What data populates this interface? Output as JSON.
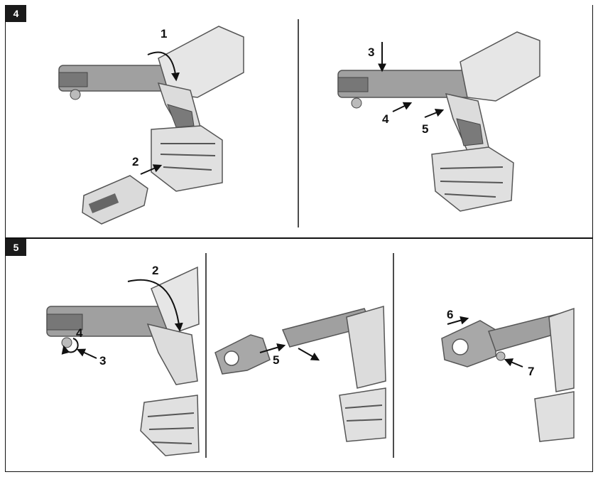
{
  "figures": [
    {
      "number": "4",
      "panels": [
        {
          "callouts": [
            "1",
            "2"
          ]
        },
        {
          "callouts": [
            "3",
            "4",
            "5"
          ]
        }
      ]
    },
    {
      "number": "5",
      "panels": [
        {
          "callouts": [
            "2",
            "4",
            "3"
          ]
        },
        {
          "callouts": [
            "5"
          ]
        },
        {
          "callouts": [
            "6",
            "7"
          ]
        }
      ]
    }
  ],
  "colors": {
    "tool_body": "#e8e8e8",
    "tool_dark": "#8c8c8c",
    "outline": "#555555",
    "frame": "#111111"
  }
}
